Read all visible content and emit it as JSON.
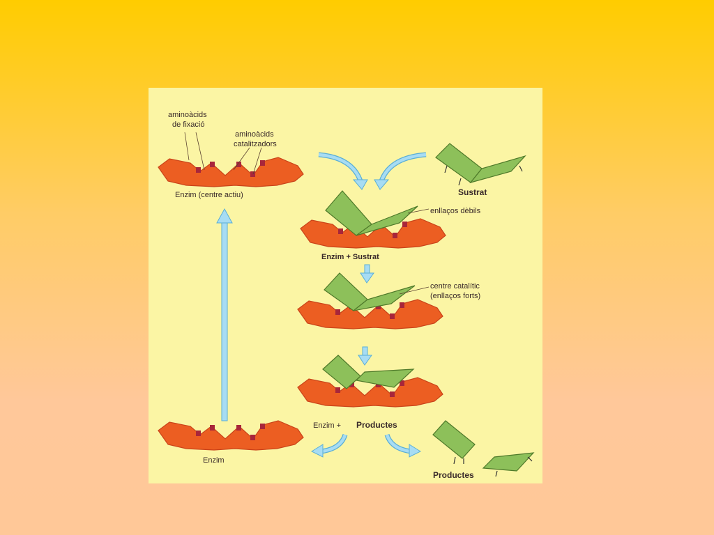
{
  "labels": {
    "aminoacids_fixacio_1": "aminoàcids",
    "aminoacids_fixacio_2": "de fixació",
    "aminoacids_catalitzadors_1": "aminoàcids",
    "aminoacids_catalitzadors_2": "catalitzadors",
    "enzim_centre_actiu": "Enzim  (centre actiu)",
    "sustrat": "Sustrat",
    "enllacos_debils": "enllaços dèbils",
    "enzim_sustrat": "Enzim  + Sustrat",
    "centre_catalitic_1": "centre catalític",
    "centre_catalitic_2": "(enllaços forts)",
    "enzim_productes_a": "Enzim  +",
    "enzim_productes_b": "Productes",
    "enzim": "Enzim",
    "productes": "Productes"
  },
  "colors": {
    "enzyme": "#ec5e22",
    "enzyme_dark": "#c9441a",
    "site": "#a8263a",
    "substrate": "#8dc05a",
    "substrate_dark": "#4f7a2a",
    "arrow": "#a7dcf3",
    "arrow_dark": "#5aaed6",
    "panel": "#fbf5a4"
  }
}
